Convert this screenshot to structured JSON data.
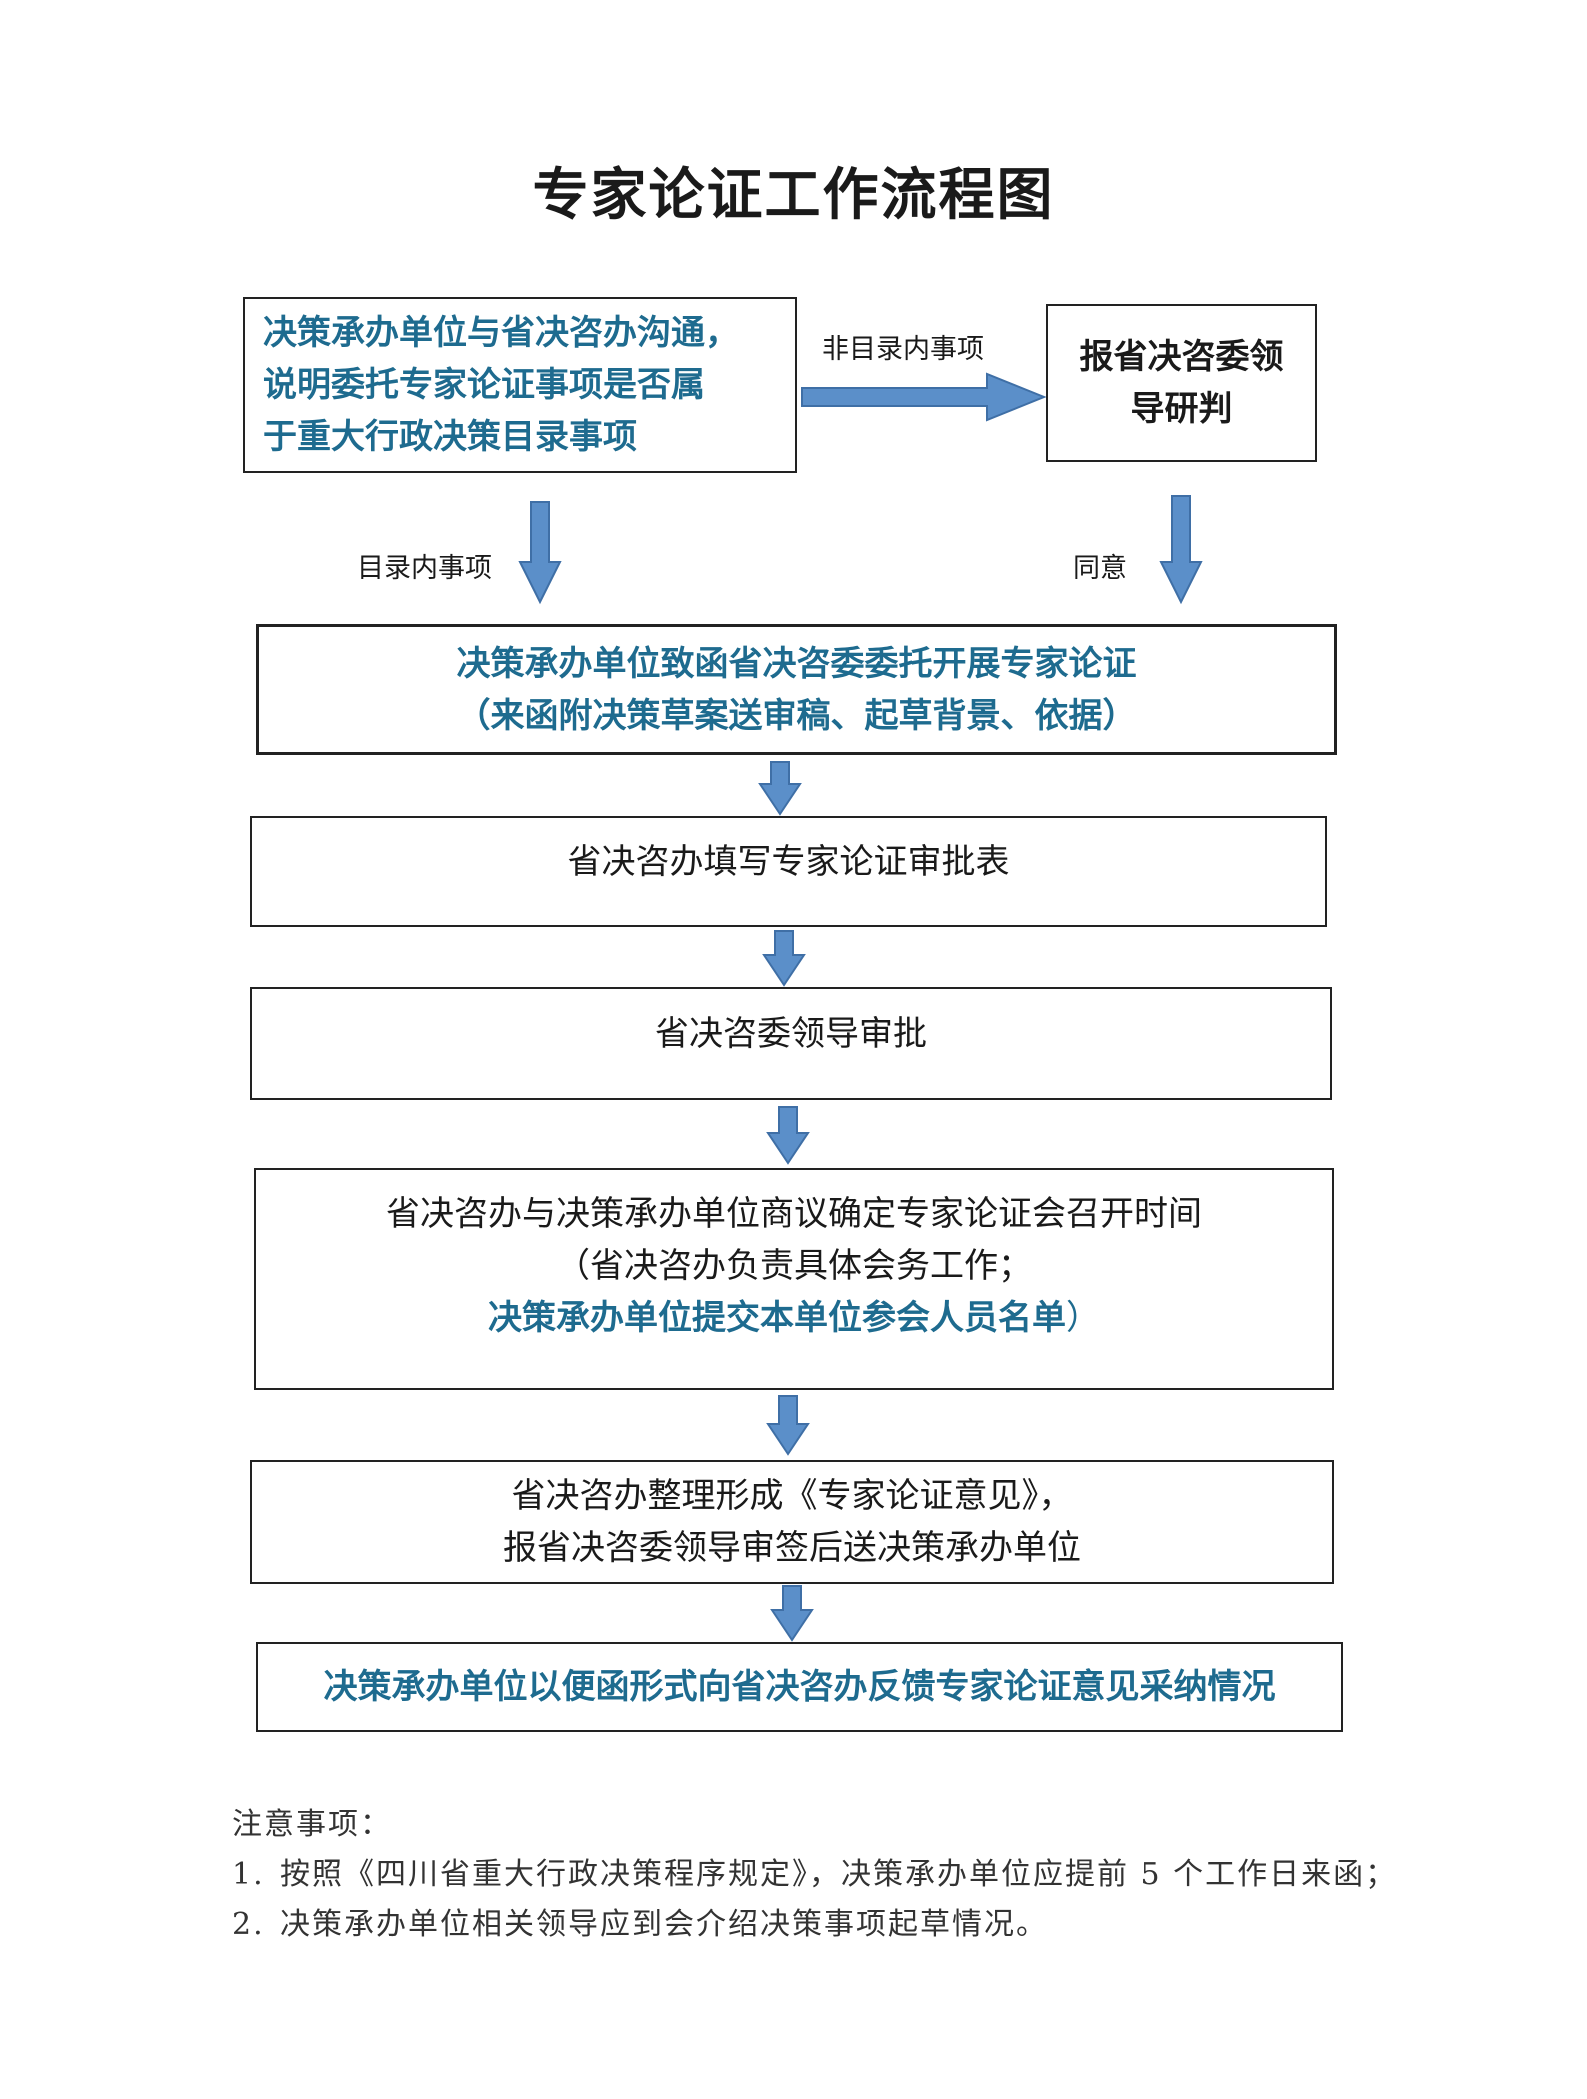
{
  "title": "专家论证工作流程图",
  "boxes": {
    "start": [
      "决策承办单位与省决咨办沟通，",
      "说明委托专家论证事项是否属",
      "于重大行政决策目录事项"
    ],
    "review": [
      "报省决咨委领",
      "导研判"
    ],
    "entrust": [
      "决策承办单位致函省决咨委委托开展专家论证",
      "（来函附决策草案送审稿、起草背景、依据）"
    ],
    "fill_form": [
      "省决咨办填写专家论证审批表"
    ],
    "approve": [
      "省决咨委领导审批"
    ],
    "schedule": [
      "省决咨办与决策承办单位商议确定专家论证会召开时间",
      "（省决咨办负责具体会务工作；",
      "决策承办单位提交本单位参会人员名单",
      "）"
    ],
    "opinion": [
      "省决咨办整理形成《专家论证意见》，",
      "报省决咨委领导审签后送决策承办单位"
    ],
    "feedback": [
      "决策承办单位以便函形式向省决咨办反馈专家论证意见采纳情况"
    ]
  },
  "labels": {
    "not_in_catalog": "非目录内事项",
    "in_catalog": "目录内事项",
    "agree": "同意"
  },
  "notes": {
    "heading": "注意事项：",
    "items": [
      {
        "num": "1.",
        "text": "按照《四川省重大行政决策程序规定》，决策承办单位应提前 5 个工作日来函；"
      },
      {
        "num": "2.",
        "text": "决策承办单位相关领导应到会介绍决策事项起草情况。"
      }
    ]
  },
  "colors": {
    "blue_text": "#1e6b8f",
    "arrow_fill": "#5b8fc9",
    "arrow_stroke": "#3f6fa6",
    "border": "#222222"
  }
}
